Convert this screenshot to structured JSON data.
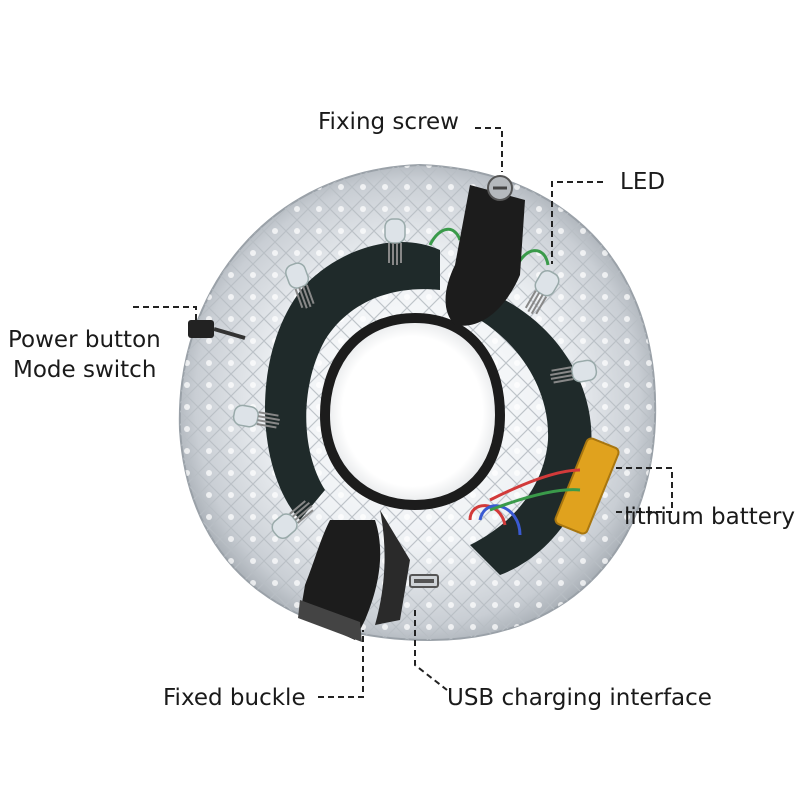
{
  "callouts": {
    "fixing_screw": "Fixing screw",
    "led": "LED",
    "power_button": "Power button",
    "mode_switch": "Mode switch",
    "lithium_battery": "lithium battery",
    "fixed_buckle": "Fixed buckle",
    "usb_charging_interface": "USB charging interface"
  },
  "colors": {
    "background": "#ffffff",
    "leader_line": "#222222",
    "clamp": "#1c1c1c",
    "pcb": "#1f2a2a",
    "battery": "#e0a21e",
    "wire_green": "#3a9a4a",
    "wire_red": "#d23a3a",
    "wire_blue": "#3a5ad2"
  }
}
